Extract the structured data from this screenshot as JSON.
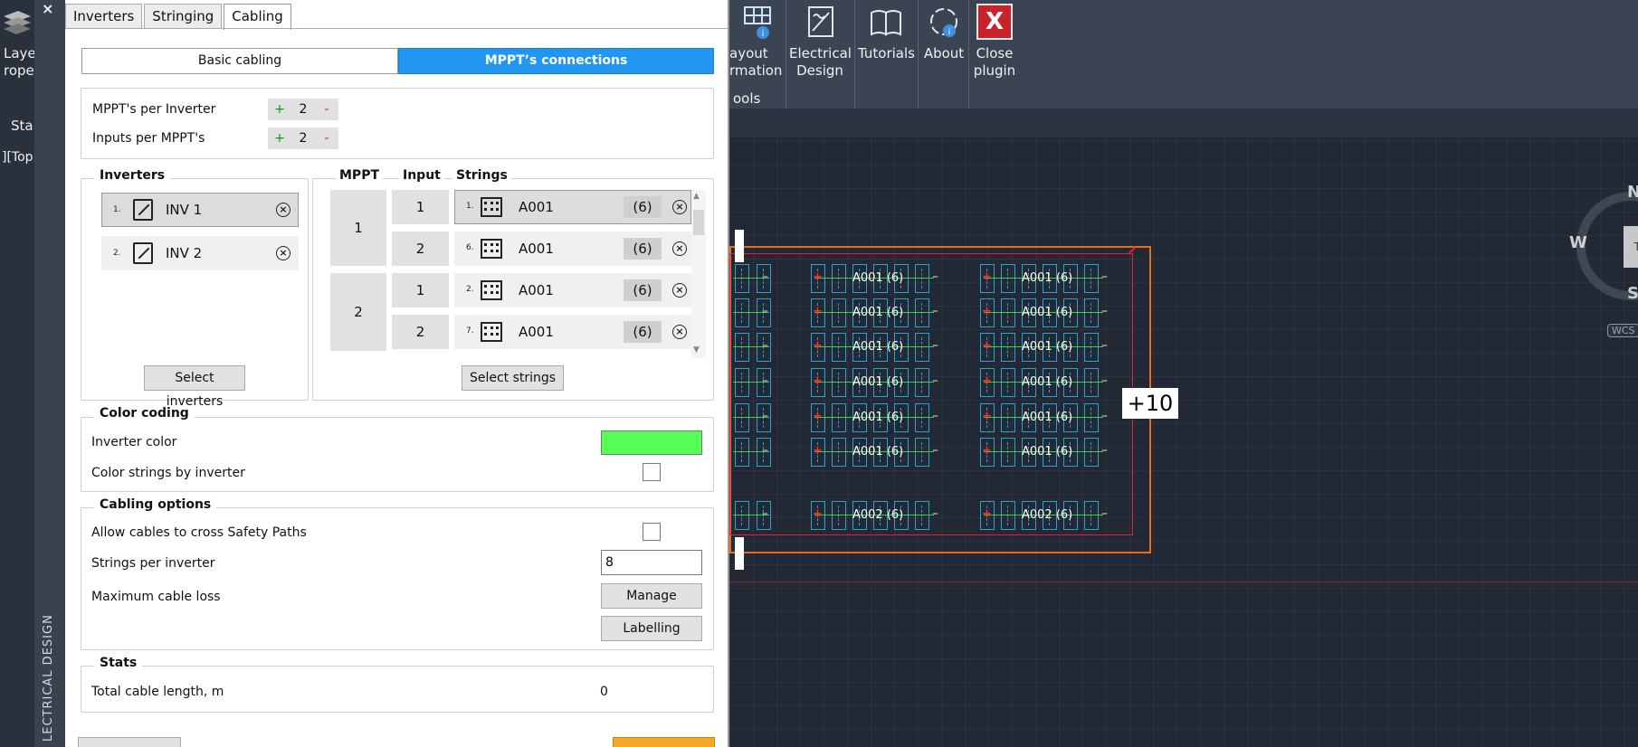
{
  "panel": {
    "tabs": [
      {
        "label": "Inverters",
        "active": false
      },
      {
        "label": "Stringing",
        "active": false
      },
      {
        "label": "Cabling",
        "active": true
      }
    ],
    "modes": {
      "basic": "Basic cabling",
      "mppt": "MPPT’s connections",
      "active": "mppt"
    },
    "config": {
      "mppt_label": "MPPT's per Inverter",
      "mppt_value": "2",
      "inputs_label": "Inputs per MPPT's",
      "inputs_value": "2",
      "plus": "+",
      "minus": "-"
    },
    "inverters": {
      "title": "Inverters",
      "items": [
        {
          "num": "1.",
          "name": "INV 1",
          "selected": true
        },
        {
          "num": "2.",
          "name": "INV 2",
          "selected": false
        }
      ],
      "select_button": "Select inverters"
    },
    "mppt_table": {
      "headers": {
        "mppt": "MPPT",
        "input": "Input",
        "strings": "Strings"
      },
      "mppts": [
        {
          "mppt": "1",
          "inputs": [
            {
              "input": "1",
              "num": "1.",
              "string": "A001",
              "count": "(6)",
              "selected": true
            },
            {
              "input": "2",
              "num": "6.",
              "string": "A001",
              "count": "(6)",
              "selected": false
            }
          ]
        },
        {
          "mppt": "2",
          "inputs": [
            {
              "input": "1",
              "num": "2.",
              "string": "A001",
              "count": "(6)",
              "selected": false
            },
            {
              "input": "2",
              "num": "7.",
              "string": "A001",
              "count": "(6)",
              "selected": false
            }
          ]
        }
      ],
      "select_button": "Select strings"
    },
    "color_coding": {
      "title": "Color coding",
      "inverter_color_label": "Inverter color",
      "inverter_color": "#55ff55",
      "by_inverter_label": "Color strings by inverter",
      "by_inverter_checked": false
    },
    "cabling_options": {
      "title": "Cabling options",
      "cross_label": "Allow cables to cross Safety Paths",
      "cross_checked": false,
      "strings_per_label": "Strings per inverter",
      "strings_per_value": "8",
      "max_loss_label": "Maximum cable loss",
      "manage_button": "Manage",
      "labelling_button": "Labelling"
    },
    "stats": {
      "title": "Stats",
      "total_label": "Total cable length, m",
      "total_value": "0"
    },
    "side_label": "LECTRICAL DESIGN",
    "close": "×"
  },
  "ribbon": {
    "layer_btn": "Layer\nropert",
    "start_tab": "Star",
    "view_label": "][Top][",
    "layout_info": "ayout\nrmation",
    "tools_group": "ools",
    "electrical_design": "Electrical\nDesign",
    "tutorials": "Tutorials",
    "about": "About",
    "close_plugin": "Close\nplugin",
    "close_plugin_color": "#c8232b"
  },
  "drawing": {
    "row_labels": [
      {
        "left": "A001",
        "right": "A001"
      },
      {
        "left": "A001",
        "right": "A001"
      },
      {
        "left": "A001",
        "right": "A001"
      },
      {
        "left": "A001",
        "right": "A001"
      },
      {
        "left": "A001",
        "right": "A001"
      },
      {
        "left": "A001",
        "right": "A001"
      },
      {
        "left": "A002",
        "right": "A002"
      }
    ],
    "count_label": "(6)",
    "plus_badge": "+10",
    "compass": {
      "n": "N",
      "w": "W",
      "s": "S",
      "top": "TO",
      "wcs": "WCS"
    },
    "border_color": "#e07020",
    "inner_border_color": "#e0203c",
    "module_color": "#2aa3d4",
    "cable_color": "#40d040"
  }
}
